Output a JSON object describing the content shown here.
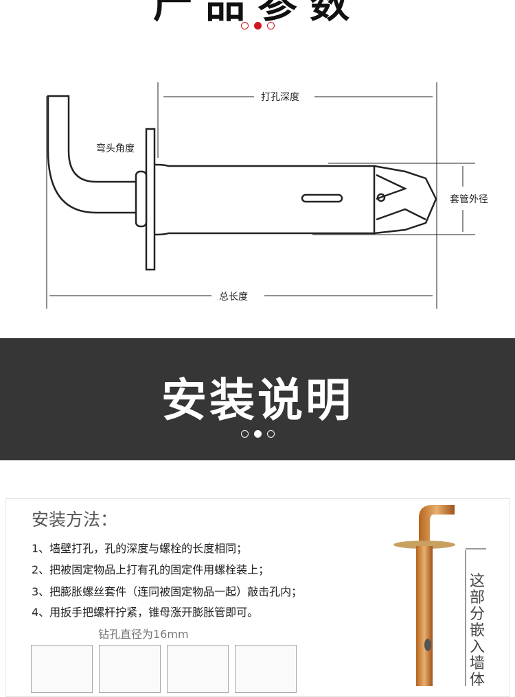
{
  "section1": {
    "title": "产品参数",
    "dim_labels": {
      "depth": "打孔深度",
      "angle": "弯头角度",
      "sleeve_diameter": "套管外径",
      "total_length": "总长度"
    }
  },
  "section2": {
    "title": "安装说明"
  },
  "install": {
    "title": "安装方法：",
    "steps": [
      "1、墙壁打孔，孔的深度与螺栓的长度相同；",
      "2、把被固定物品上打有孔的固定件用螺栓装上；",
      "3、把膨胀螺丝套件（连同被固定物品一起）敲击孔内；",
      "4、用扳手把螺杆拧紧，锥母涨开膨胀管即可。"
    ],
    "drill_caption": "钻孔直径为16mm",
    "embed_label": "这部分嵌入墙体"
  }
}
